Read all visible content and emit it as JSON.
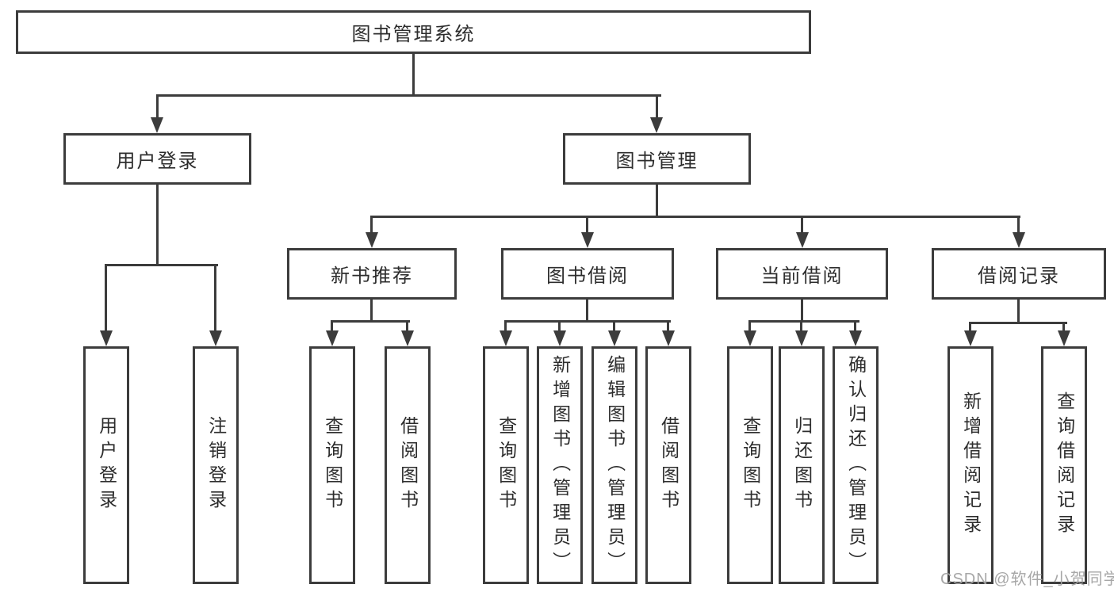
{
  "tree": {
    "label": "图书管理系统",
    "children": [
      {
        "label": "用户登录",
        "children": [
          {
            "label": "用户登录"
          },
          {
            "label": "注销登录"
          }
        ]
      },
      {
        "label": "图书管理",
        "children": [
          {
            "label": "新书推荐",
            "children": [
              {
                "label": "查询图书"
              },
              {
                "label": "借阅图书"
              }
            ]
          },
          {
            "label": "图书借阅",
            "children": [
              {
                "label": "查询图书"
              },
              {
                "label": "新增图书（管理员）"
              },
              {
                "label": "编辑图书（管理员）"
              },
              {
                "label": "借阅图书"
              }
            ]
          },
          {
            "label": "当前借阅",
            "children": [
              {
                "label": "查询图书"
              },
              {
                "label": "归还图书"
              },
              {
                "label": "确认归还（管理员）"
              }
            ]
          },
          {
            "label": "借阅记录",
            "children": [
              {
                "label": "新增借阅记录"
              },
              {
                "label": "查询借阅记录"
              }
            ]
          }
        ]
      }
    ]
  },
  "watermark": {
    "text": "CSDN @软件_小贺同学"
  },
  "colors": {
    "line": "#3c3c3c",
    "box_border": "#3c3c3c",
    "text": "#2d2d2d",
    "background": "#ffffff",
    "watermark": "#a2a2a2"
  }
}
